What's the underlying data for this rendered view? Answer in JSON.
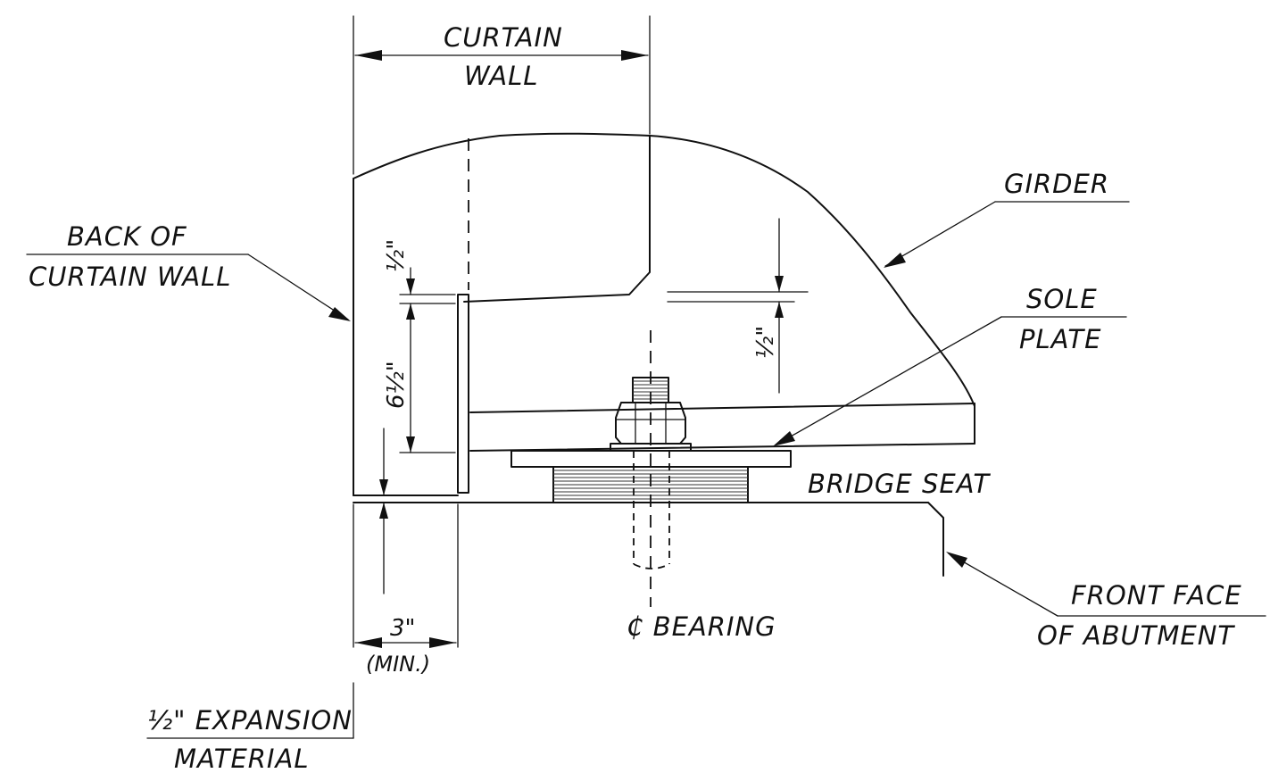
{
  "labels": {
    "curtain_wall_1": "CURTAIN",
    "curtain_wall_2": "WALL",
    "girder": "GIRDER",
    "back_of_curtain_wall_1": "BACK OF",
    "back_of_curtain_wall_2": "CURTAIN WALL",
    "sole_plate_1": "SOLE",
    "sole_plate_2": "PLATE",
    "bridge_seat": "BRIDGE SEAT",
    "bearing_centerline": "₵ BEARING",
    "front_face_1": "FRONT FACE",
    "front_face_2": "OF ABUTMENT",
    "expansion_1": "½\" EXPANSION",
    "expansion_2": "MATERIAL"
  },
  "dimensions": {
    "half_inch_upper": "½\"",
    "six_half_inch": "6½\"",
    "half_inch_right": "½\"",
    "three_inch": "3\"",
    "min": "(MIN.)"
  }
}
